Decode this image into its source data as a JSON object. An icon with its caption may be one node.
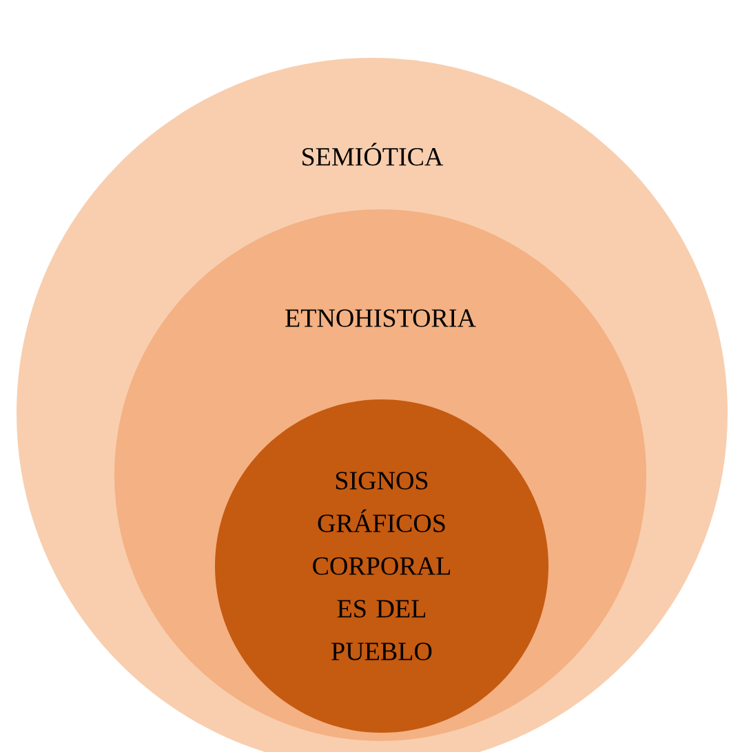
{
  "diagram": {
    "nodes": [
      {
        "text": [
          "SEMIÓTICA"
        ]
      },
      {
        "text": [
          "ETNOHISTORIA"
        ],
        "in": 0
      },
      {
        "text": [
          "SIGNOS GRÁFICOS CORPORAL ES DEL PUEBLO"
        ],
        "in": 1
      }
    ]
  }
}
